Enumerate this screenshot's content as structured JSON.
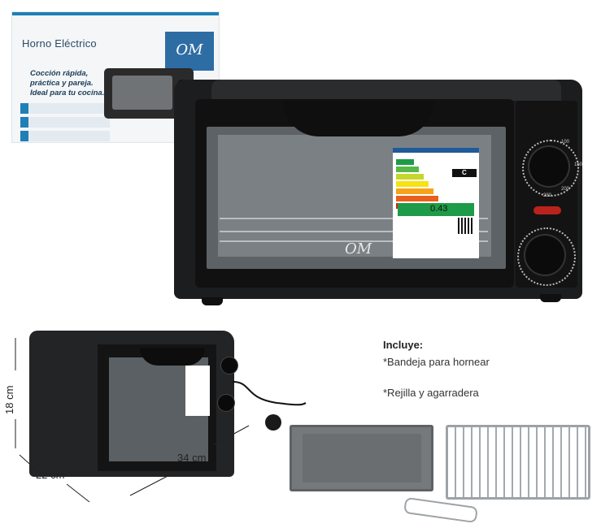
{
  "box": {
    "title": "Horno Eléctrico",
    "logo": "OM",
    "slogan": [
      "Cocción rápida,",
      "práctica y pareja.",
      "Ideal para tu cocina."
    ]
  },
  "oven": {
    "logo": "OM",
    "energy_label": {
      "grade": "C",
      "value": "0.43"
    },
    "dial_temp_numbers": [
      "100",
      "150",
      "200",
      "230"
    ]
  },
  "dimensions": {
    "height": "18 cm",
    "depth": "22 cm",
    "width": "34 cm"
  },
  "includes": {
    "title": "Incluye:",
    "items": [
      "*Bandeja para hornear",
      "*Rejilla y agarradera"
    ]
  },
  "colors": {
    "oven_body": "#1c1d1f",
    "box_accent": "#1f7fb6",
    "energy_green": "#1e9b48",
    "indicator_red": "#b8241b"
  }
}
